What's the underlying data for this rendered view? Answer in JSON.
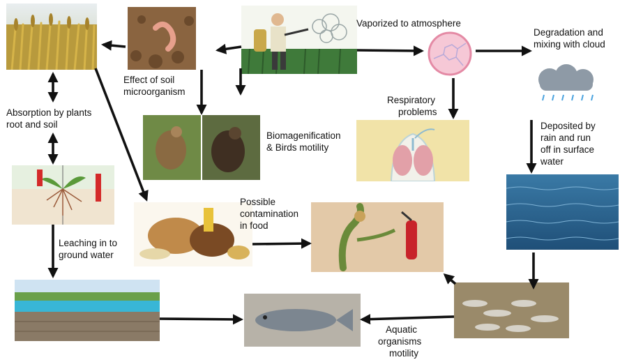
{
  "labels": {
    "vaporized": "Vaporized to atmosphere",
    "degradation_1": "Degradation and",
    "degradation_2": "mixing with cloud",
    "soil_effect_1": "Effect of soil",
    "soil_effect_2": "microorganism",
    "respiratory_1": "Respiratory",
    "respiratory_2": "problems",
    "absorption_1": "Absorption by plants",
    "absorption_2": "root and soil",
    "biomag_1": "Biomagenification",
    "biomag_2": "& Birds motility",
    "deposited_1": "Deposited by",
    "deposited_2": "rain and run",
    "deposited_3": "off in surface",
    "deposited_4": "water",
    "contamination_1": "Possible",
    "contamination_2": "contamination",
    "contamination_3": "in food",
    "leaching_1": "Leaching in to",
    "leaching_2": "ground water",
    "aquatic_1": "Aquatic",
    "aquatic_2": "organisms",
    "aquatic_3": "motility"
  },
  "colors": {
    "arrow": "#111111",
    "wheat": "#c9a23a",
    "sky": "#cfe3f2",
    "water": "#2f6f99",
    "soil": "#7a5a3a",
    "cloud": "#8e9aa6",
    "rain": "#4aa3df",
    "molecule": "#e48aa5"
  }
}
